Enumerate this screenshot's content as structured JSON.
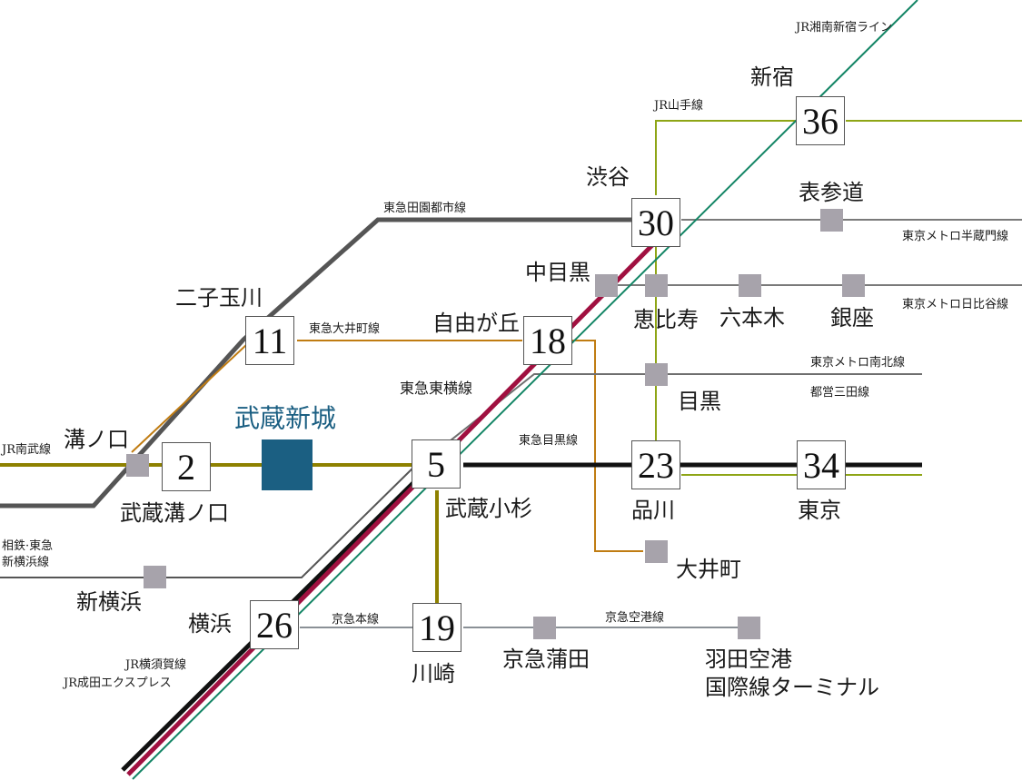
{
  "title": "武蔵新城 路線図",
  "colors": {
    "nambu": "#8e8100",
    "denentoshi": "#555555",
    "oimachi": "#c07c12",
    "toyoko": "#a01040",
    "yokosuka": "#111111",
    "shonan_shinjuku": "#138565",
    "yamanote": "#8ea516",
    "metro": "#7a7a7a",
    "keikyu": "#8a9096",
    "meguro": "#6f6f6f",
    "home": "#1b5f82",
    "station_marker": "#a7a3ab"
  },
  "home_station": {
    "name": "武蔵新城"
  },
  "lines": [
    {
      "id": "nambu",
      "name": "JR南武線"
    },
    {
      "id": "denentoshi",
      "name": "東急田園都市線"
    },
    {
      "id": "oimachi",
      "name": "東急大井町線"
    },
    {
      "id": "toyoko",
      "name": "東急東横線"
    },
    {
      "id": "meguro",
      "name": "東急目黒線"
    },
    {
      "id": "yamanote",
      "name": "JR山手線"
    },
    {
      "id": "shonan_shinjuku",
      "name": "JR湘南新宿ライン"
    },
    {
      "id": "hanzomon",
      "name": "東京メトロ半蔵門線"
    },
    {
      "id": "hibiya",
      "name": "東京メトロ日比谷線"
    },
    {
      "id": "namboku",
      "name": "東京メトロ南北線"
    },
    {
      "id": "mita",
      "name": "都営三田線"
    },
    {
      "id": "sotetsu",
      "name_line1": "相鉄·東急",
      "name_line2": "新横浜線"
    },
    {
      "id": "keikyu_main",
      "name": "京急本線"
    },
    {
      "id": "keikyu_airport",
      "name": "京急空港線"
    },
    {
      "id": "yokosuka",
      "name": "JR横須賀線"
    },
    {
      "id": "nex",
      "name": "JR成田エクスプレス"
    }
  ],
  "timed_stations": [
    {
      "name": "武蔵溝ノ口",
      "minutes": "2"
    },
    {
      "name": "武蔵小杉",
      "minutes": "5"
    },
    {
      "name": "二子玉川",
      "minutes": "11"
    },
    {
      "name": "自由が丘",
      "minutes": "18"
    },
    {
      "name": "川崎",
      "minutes": "19"
    },
    {
      "name": "品川",
      "minutes": "23"
    },
    {
      "name": "横浜",
      "minutes": "26"
    },
    {
      "name": "渋谷",
      "minutes": "30"
    },
    {
      "name": "東京",
      "minutes": "34"
    },
    {
      "name": "新宿",
      "minutes": "36"
    }
  ],
  "other_stations": [
    {
      "name": "溝ノ口"
    },
    {
      "name": "中目黒"
    },
    {
      "name": "恵比寿"
    },
    {
      "name": "六本木"
    },
    {
      "name": "銀座"
    },
    {
      "name": "表参道"
    },
    {
      "name": "目黒"
    },
    {
      "name": "大井町"
    },
    {
      "name": "新横浜"
    },
    {
      "name": "京急蒲田"
    },
    {
      "name_line1": "羽田空港",
      "name_line2": "国際線ターミナル"
    }
  ]
}
